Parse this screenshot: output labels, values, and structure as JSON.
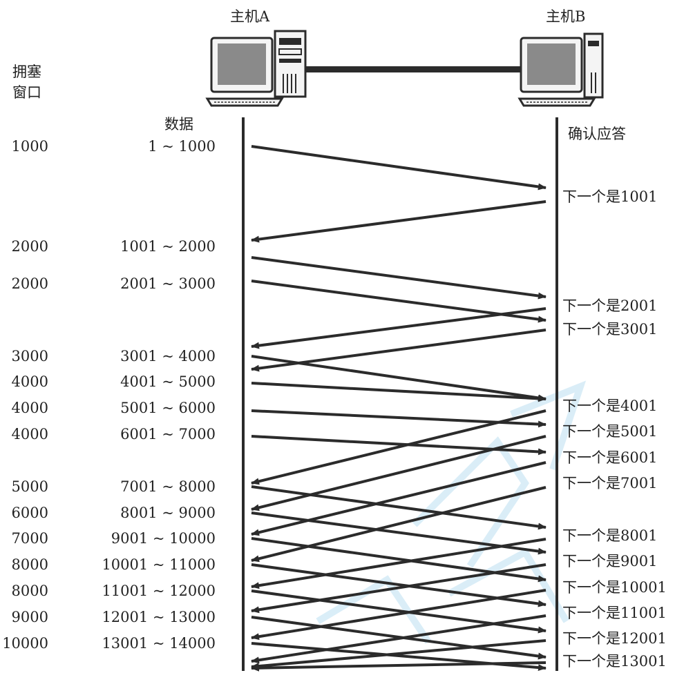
{
  "host_a": "主机A",
  "host_b": "主机B",
  "cwnd_header": [
    "拥塞",
    "窗口"
  ],
  "data_header": "数据",
  "ack_header": "确认应答",
  "segments": [
    {
      "cwnd": "1000",
      "range": "1 ~ 1000"
    },
    {
      "cwnd": "2000",
      "range": "1001 ~ 2000"
    },
    {
      "cwnd": "2000",
      "range": "2001 ~ 3000"
    },
    {
      "cwnd": "3000",
      "range": "3001 ~ 4000"
    },
    {
      "cwnd": "4000",
      "range": "4001 ~ 5000"
    },
    {
      "cwnd": "4000",
      "range": "5001 ~ 6000"
    },
    {
      "cwnd": "4000",
      "range": "6001 ~ 7000"
    },
    {
      "cwnd": "5000",
      "range": "7001 ~ 8000"
    },
    {
      "cwnd": "6000",
      "range": "8001 ~ 9000"
    },
    {
      "cwnd": "7000",
      "range": "9001 ~ 10000"
    },
    {
      "cwnd": "8000",
      "range": "10001 ~ 11000"
    },
    {
      "cwnd": "8000",
      "range": "11001 ~ 12000"
    },
    {
      "cwnd": "9000",
      "range": "12001 ~ 13000"
    },
    {
      "cwnd": "10000",
      "range": "13001 ~ 14000"
    }
  ],
  "acks": [
    "下一个是1001",
    "下一个是2001",
    "下一个是3001",
    "下一个是4001",
    "下一个是5001",
    "下一个是6001",
    "下一个是7001",
    "下一个是8001",
    "下一个是9001",
    "下一个是10001",
    "下一个是11001",
    "下一个是12001",
    "下一个是13001"
  ],
  "colors": {
    "ink": "#2b2b2b",
    "screen": "#8a8a8a",
    "watermark": "#d6ecf7"
  },
  "icons": [
    "computer-icon",
    "computer-icon"
  ]
}
